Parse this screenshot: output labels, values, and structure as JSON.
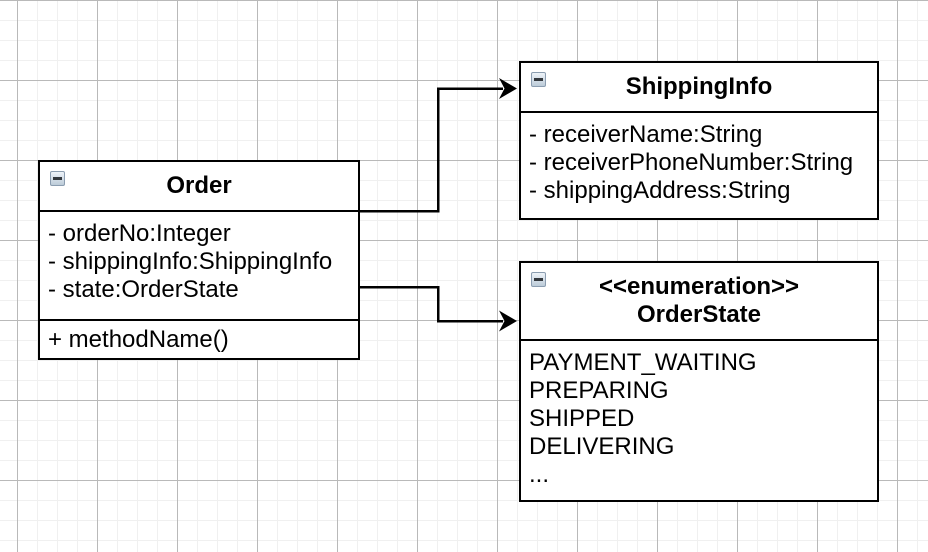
{
  "diagram": {
    "classes": [
      {
        "title": "Order",
        "attributes": [
          "- orderNo:Integer",
          "- shippingInfo:ShippingInfo",
          "- state:OrderState"
        ],
        "methods": [
          "+ methodName()"
        ],
        "collapse_icon": "minus"
      },
      {
        "title": "ShippingInfo",
        "attributes": [
          "- receiverName:String",
          "- receiverPhoneNumber:String",
          "- shippingAddress:String"
        ],
        "methods": [],
        "collapse_icon": "minus"
      },
      {
        "stereotype": "<<enumeration>>",
        "title": "OrderState",
        "attributes": [
          "PAYMENT_WAITING",
          "PREPARING",
          "SHIPPED",
          "DELIVERING",
          "..."
        ],
        "methods": [],
        "collapse_icon": "minus"
      }
    ],
    "connectors": [
      {
        "from": "Order",
        "to": "ShippingInfo",
        "style": "orthogonal-directed-arrow"
      },
      {
        "from": "Order",
        "to": "OrderState",
        "style": "orthogonal-directed-arrow"
      }
    ],
    "colors": {
      "box_fill": "#ffffff",
      "box_border": "#000000",
      "text": "#000000",
      "grid_minor": "#f0f0f0",
      "grid_major": "#b9b9b9",
      "canvas_bg": "#ffffff",
      "collapse_icon_bg_top": "#eef3f8",
      "collapse_icon_bg_bottom": "#bccbd8",
      "collapse_icon_border": "#8b9db0"
    }
  }
}
